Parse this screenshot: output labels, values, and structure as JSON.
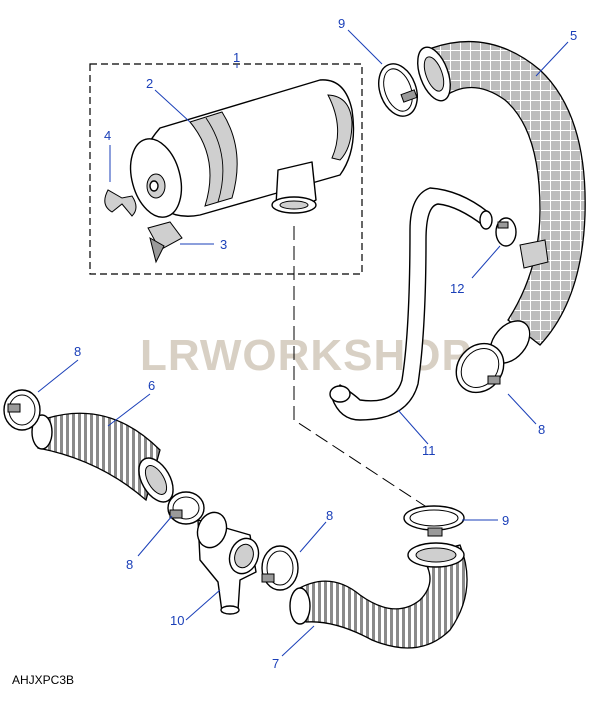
{
  "watermark": "LRWORKSHOP",
  "reference_code": "AHJXPC3B",
  "callouts": {
    "c1": "1",
    "c2": "2",
    "c3": "3",
    "c4": "4",
    "c5": "5",
    "c6": "6",
    "c7": "7",
    "c8a": "8",
    "c8b": "8",
    "c8c": "8",
    "c8d": "8",
    "c9a": "9",
    "c9b": "9",
    "c10": "10",
    "c11": "11",
    "c12": "12"
  },
  "colors": {
    "callout": "#1a3fb8",
    "line": "#000000",
    "watermark": "#d8d0c4"
  }
}
